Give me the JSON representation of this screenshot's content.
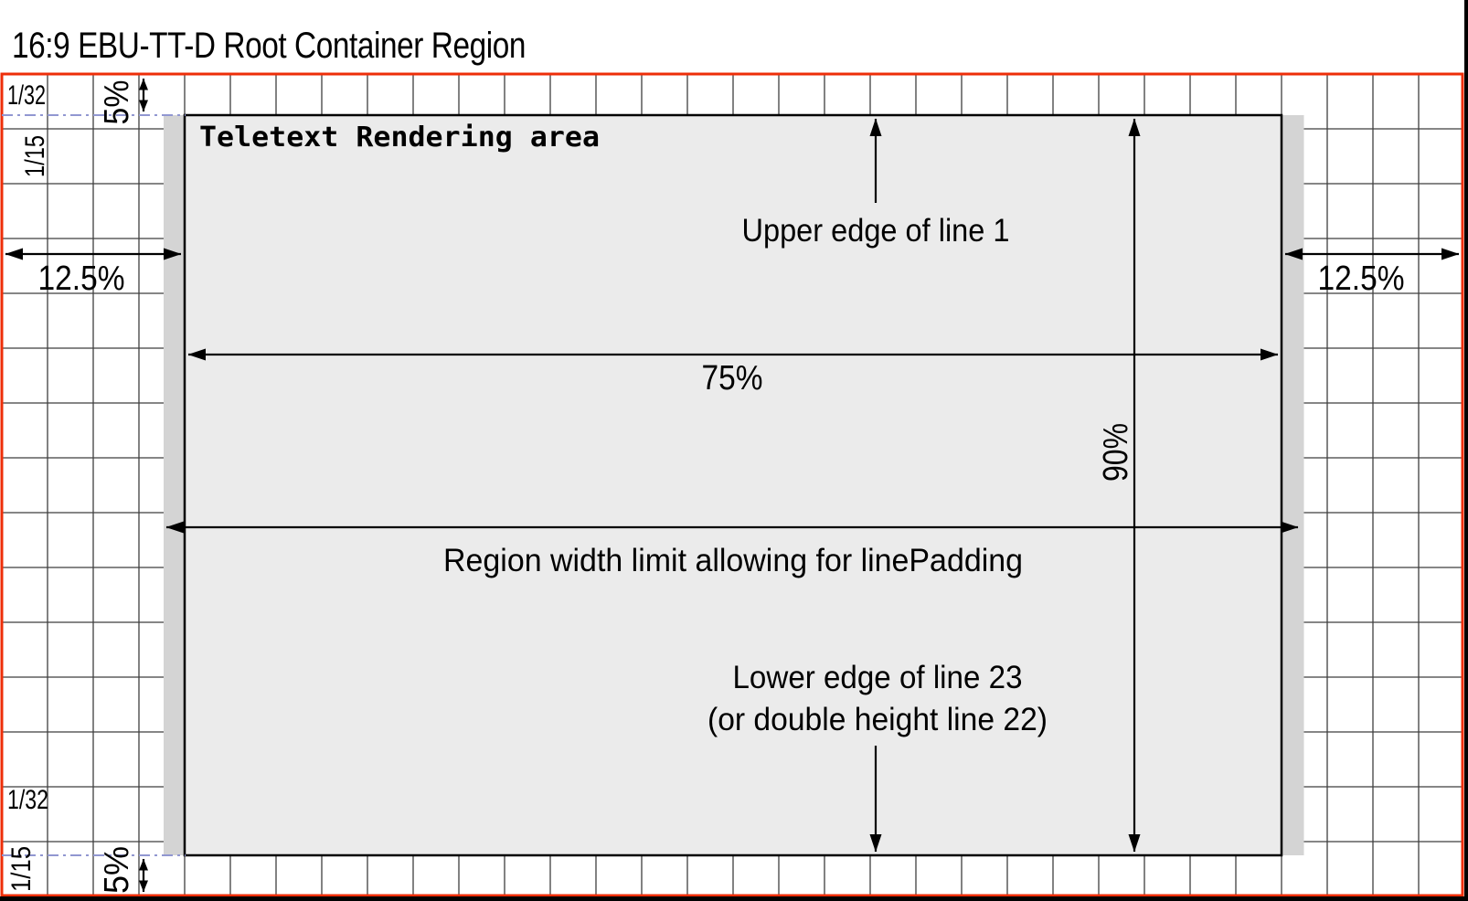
{
  "title": "16:9 EBU-TT-D Root Container Region",
  "diagram": {
    "area_label": "Teletext Rendering area",
    "annotations": {
      "upper_edge": "Upper edge of line 1",
      "lower_edge_line1": "Lower edge of line 23",
      "lower_edge_line2": "(or double height line 22)",
      "region_width": "Region width limit allowing for linePadding"
    },
    "dimensions": {
      "area_width": "75%",
      "area_height": "90%",
      "side_margin": "12.5%",
      "vertical_margin": "5%",
      "cell_width": "1/32",
      "cell_height": "1/15"
    },
    "colors": {
      "frame": "#ee2e09",
      "grid_line": "#3f3f3f",
      "area_fill": "#ebebeb",
      "padding_strip_fill": "#d4d4d4",
      "guide_line": "#9197d1"
    }
  }
}
